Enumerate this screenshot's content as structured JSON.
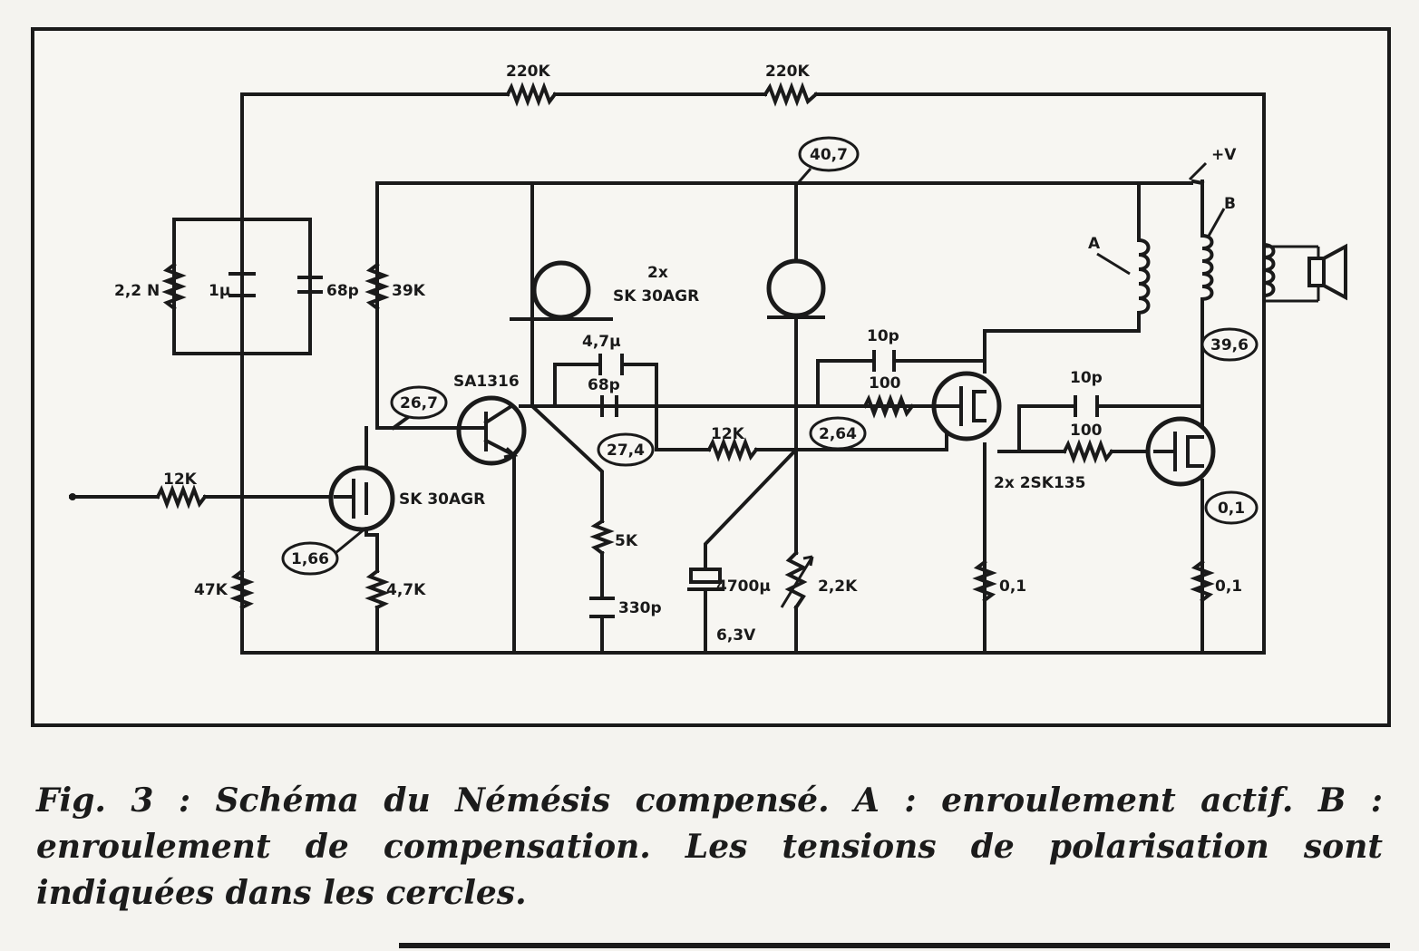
{
  "figure": {
    "caption": "Fig. 3 : Schéma du Némésis compensé. A : enroulement actif. B : enroulement de compensation. Les tensions de polarisation sont indiquées dans les cercles."
  },
  "components": {
    "r_feedback_1": "220K",
    "r_feedback_2": "220K",
    "r_2_2n": "2,2 N",
    "c_1u": "1µ",
    "c_68p_input": "68p",
    "r_39k": "39K",
    "r_47k": "47K",
    "r_4_7k": "4,7K",
    "r_12k_input": "12K",
    "q_input": "SK 30AGR",
    "q_sa1316": "SA1316",
    "dual_fet_count": "2x",
    "dual_fet_type": "SK 30AGR",
    "c_4_7u": "4,7µ",
    "c_68p_mid": "68p",
    "r_12k_mid": "12K",
    "r_5k": "5K",
    "c_330p": "330p",
    "c_4700u": "4700µ",
    "c_4700u_voltage": "6,3V",
    "pot_2_2k": "2,2K",
    "c_10p_1": "10p",
    "r_100_1": "100",
    "c_10p_2": "10p",
    "r_100_2": "100",
    "q_output": "2x 2SK135",
    "r_0_1_a": "0,1",
    "r_0_1_b": "0,1",
    "supply": "+V",
    "winding_a": "A",
    "winding_b": "B"
  },
  "voltages": {
    "v_40_7": "40,7",
    "v_26_7": "26,7",
    "v_27_4": "27,4",
    "v_1_66": "1,66",
    "v_2_64": "2,64",
    "v_39_6": "39,6",
    "v_0_1": "0,1"
  }
}
